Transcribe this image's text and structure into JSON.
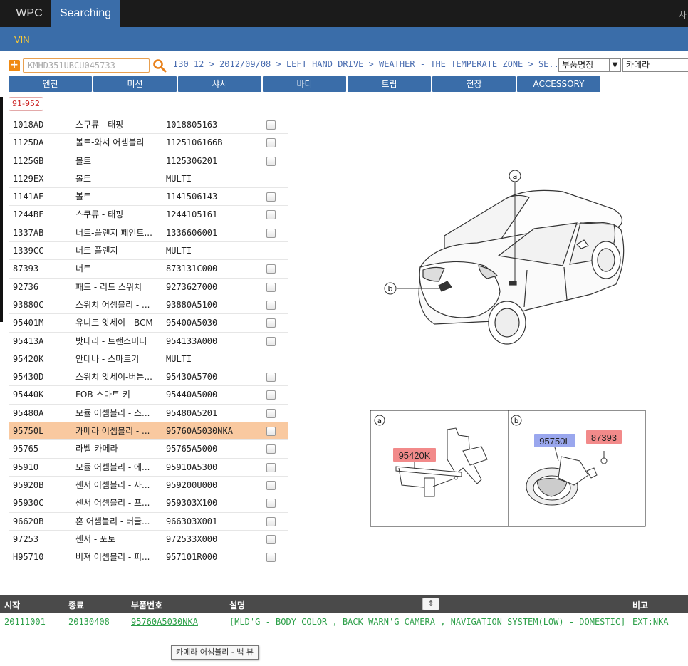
{
  "topbar": {
    "brand": "WPC",
    "active_tab": "Searching",
    "right_text": "사"
  },
  "subbar": {
    "vin_tab": "VIN"
  },
  "search": {
    "vin_value": "KMHD351UBCU045733",
    "breadcrumb": "I30 12 > 2012/09/08 > LEFT HAND DRIVE > WEATHER - THE TEMPERATE ZONE > SE...",
    "part_select": "부품명칭",
    "keyword": "카메라"
  },
  "categories": [
    "엔진",
    "미션",
    "샤시",
    "바디",
    "트림",
    "전장",
    "ACCESSORY"
  ],
  "group_tag": "91-952",
  "parts": [
    {
      "code": "1018AD",
      "name": "스쿠류 - 태핑",
      "number": "1018805163",
      "checkbox": true
    },
    {
      "code": "1125DA",
      "name": "볼트-와셔 어셈블리",
      "number": "1125106166B",
      "checkbox": true
    },
    {
      "code": "1125GB",
      "name": "볼트",
      "number": "1125306201",
      "checkbox": true
    },
    {
      "code": "1129EX",
      "name": "볼트",
      "number": "MULTI",
      "checkbox": false
    },
    {
      "code": "1141AE",
      "name": "볼트",
      "number": "1141506143",
      "checkbox": true
    },
    {
      "code": "1244BF",
      "name": "스쿠류 - 태핑",
      "number": "1244105161",
      "checkbox": true
    },
    {
      "code": "1337AB",
      "name": "너트-플랜지 페인트...",
      "number": "1336606001",
      "checkbox": true
    },
    {
      "code": "1339CC",
      "name": "너트-플랜지",
      "number": "MULTI",
      "checkbox": false
    },
    {
      "code": "87393",
      "name": "너트",
      "number": "873131C000",
      "checkbox": true
    },
    {
      "code": "92736",
      "name": "패드 - 리드 스위치",
      "number": "9273627000",
      "checkbox": true
    },
    {
      "code": "93880C",
      "name": "스위치 어셈블리 - ...",
      "number": "93880A5100",
      "checkbox": true
    },
    {
      "code": "95401M",
      "name": "유니트 앗세이 - BCM",
      "number": "95400A5030",
      "checkbox": true
    },
    {
      "code": "95413A",
      "name": "밧데리 - 트랜스미터",
      "number": "954133A000",
      "checkbox": true
    },
    {
      "code": "95420K",
      "name": "안테나 - 스마트키",
      "number": "MULTI",
      "checkbox": false
    },
    {
      "code": "95430D",
      "name": "스위치 앗세이-버튼...",
      "number": "95430A5700",
      "checkbox": true
    },
    {
      "code": "95440K",
      "name": "FOB-스마트 키",
      "number": "95440A5000",
      "checkbox": true
    },
    {
      "code": "95480A",
      "name": "모듈 어셈블리 - 스...",
      "number": "95480A5201",
      "checkbox": true
    },
    {
      "code": "95750L",
      "name": "카메라 어셈블리 - ...",
      "number": "95760A5030NKA",
      "checkbox": true,
      "selected": true
    },
    {
      "code": "95765",
      "name": "라벨-카메라",
      "number": "95765A5000",
      "checkbox": true
    },
    {
      "code": "95910",
      "name": "모듈 어셈블리 - 에...",
      "number": "95910A5300",
      "checkbox": true
    },
    {
      "code": "95920B",
      "name": "센서 어셈블리 - 사...",
      "number": "959200U000",
      "checkbox": true
    },
    {
      "code": "95930C",
      "name": "센서 어셈블리 - 프...",
      "number": "959303X100",
      "checkbox": true
    },
    {
      "code": "96620B",
      "name": "혼 어셈블리 - 버글...",
      "number": "966303X001",
      "checkbox": true
    },
    {
      "code": "97253",
      "name": "센서 - 포토",
      "number": "972533X000",
      "checkbox": true
    },
    {
      "code": "H95710",
      "name": "버져 어셈블리 - 피...",
      "number": "957101R000",
      "checkbox": true
    }
  ],
  "illustration": {
    "callout_a": "a",
    "callout_b": "b",
    "label_95420k": "95420K",
    "label_95750l": "95750L",
    "label_87393": "87393",
    "colors": {
      "red_label": "#f28a8a",
      "blue_label": "#9aa7ee"
    }
  },
  "detail": {
    "headers": {
      "start": "시작",
      "end": "종료",
      "part_no": "부품번호",
      "desc": "설명",
      "sort": "↕",
      "note": "비고"
    },
    "row": {
      "start": "20111001",
      "end": "20130408",
      "part_no": "95760A5030NKA",
      "desc": "[MLD'G - BODY COLOR , BACK WARN'G CAMERA , NAVIGATION SYSTEM(LOW) - DOMESTIC]",
      "note": "EXT;NKA"
    },
    "tooltip": "카메라 어셈블리 - 백 뷰"
  }
}
